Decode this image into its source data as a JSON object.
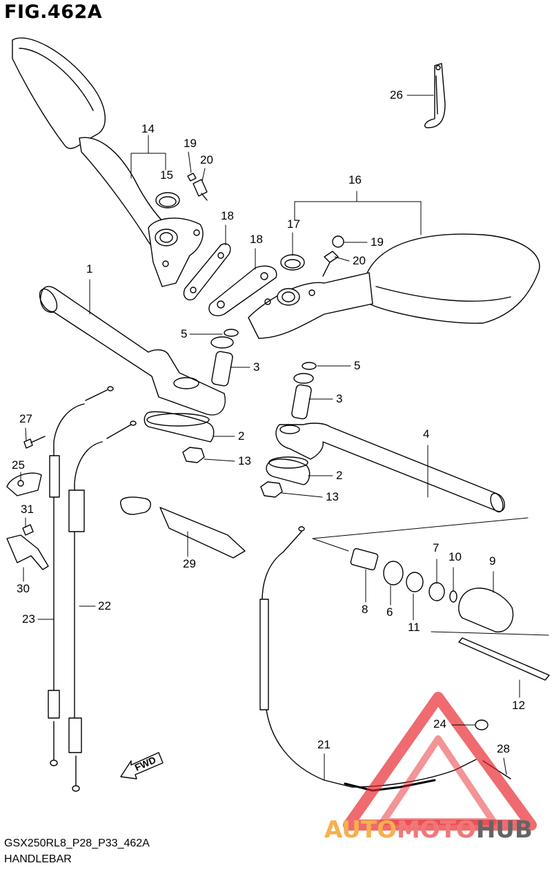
{
  "header": {
    "figure_title": "FIG.462A"
  },
  "footer": {
    "model_code": "GSX250RL8_P28_P33_462A",
    "section_name": "HANDLEBAR"
  },
  "fwd_label": "FWD",
  "watermark": {
    "parts": [
      "AUTO",
      "MOTO",
      "HUB"
    ],
    "colors": {
      "auto": "#f7a83a",
      "moto": "#ef6a6a",
      "hub": "#555555",
      "triangle": "#e8262b"
    }
  },
  "callouts": [
    {
      "id": "c1",
      "text": "1"
    },
    {
      "id": "c2a",
      "text": "2"
    },
    {
      "id": "c2b",
      "text": "2"
    },
    {
      "id": "c3a",
      "text": "3"
    },
    {
      "id": "c3b",
      "text": "3"
    },
    {
      "id": "c4",
      "text": "4"
    },
    {
      "id": "c5a",
      "text": "5"
    },
    {
      "id": "c5b",
      "text": "5"
    },
    {
      "id": "c6",
      "text": "6"
    },
    {
      "id": "c7",
      "text": "7"
    },
    {
      "id": "c8",
      "text": "8"
    },
    {
      "id": "c9",
      "text": "9"
    },
    {
      "id": "c10",
      "text": "10"
    },
    {
      "id": "c11",
      "text": "11"
    },
    {
      "id": "c12",
      "text": "12"
    },
    {
      "id": "c13a",
      "text": "13"
    },
    {
      "id": "c13b",
      "text": "13"
    },
    {
      "id": "c14",
      "text": "14"
    },
    {
      "id": "c15",
      "text": "15"
    },
    {
      "id": "c16",
      "text": "16"
    },
    {
      "id": "c17",
      "text": "17"
    },
    {
      "id": "c18a",
      "text": "18"
    },
    {
      "id": "c18b",
      "text": "18"
    },
    {
      "id": "c19a",
      "text": "19"
    },
    {
      "id": "c19b",
      "text": "19"
    },
    {
      "id": "c20a",
      "text": "20"
    },
    {
      "id": "c20b",
      "text": "20"
    },
    {
      "id": "c21",
      "text": "21"
    },
    {
      "id": "c22",
      "text": "22"
    },
    {
      "id": "c23",
      "text": "23"
    },
    {
      "id": "c24",
      "text": "24"
    },
    {
      "id": "c25",
      "text": "25"
    },
    {
      "id": "c26",
      "text": "26"
    },
    {
      "id": "c27",
      "text": "27"
    },
    {
      "id": "c28",
      "text": "28"
    },
    {
      "id": "c29",
      "text": "29"
    },
    {
      "id": "c30",
      "text": "30"
    },
    {
      "id": "c31",
      "text": "31"
    }
  ]
}
